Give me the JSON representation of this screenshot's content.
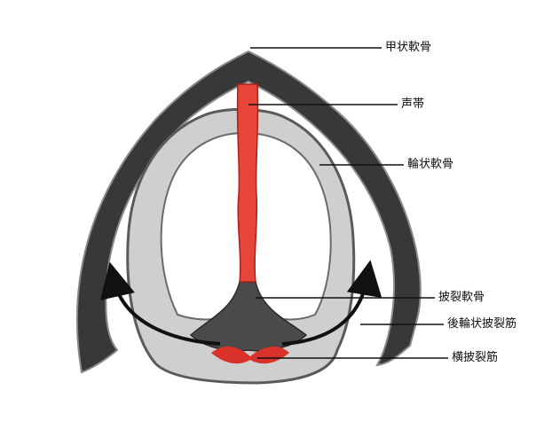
{
  "labels": {
    "thyroid_cartilage": "甲状軟骨",
    "vocal_cord": "声帯",
    "cricoid_cartilage": "輪状軟骨",
    "arytenoid_cartilage": "披裂軟骨",
    "posterior_cricoarytenoid": "後輪状披裂筋",
    "transverse_arytenoid": "横披裂筋"
  },
  "colors": {
    "thyroid_fill": "#3a3a3a",
    "thyroid_edge": "#8c8c8c",
    "cricoid_fill": "#cfcfcf",
    "cricoid_inner": "#5a5a5a",
    "vocal_cord": "#e8453a",
    "muscle": "#d8322a",
    "arrow": "#111111",
    "leader_line": "#111111"
  }
}
